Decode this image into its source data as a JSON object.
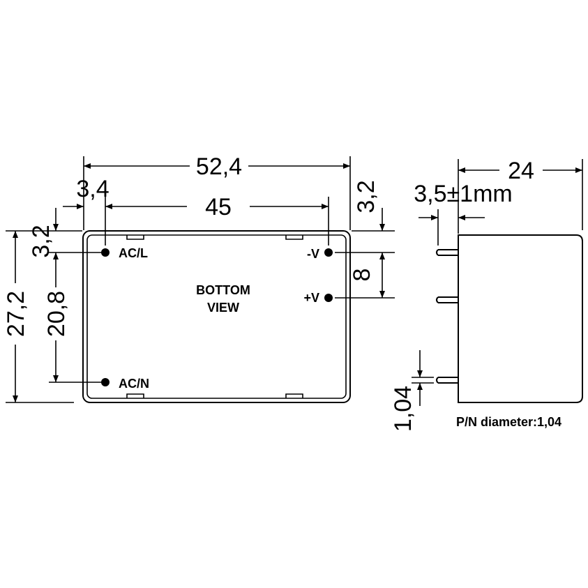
{
  "bottom_view": {
    "title_line1": "BOTTOM",
    "title_line2": "VIEW",
    "pins": {
      "ac_l": "AC/L",
      "ac_n": "AC/N",
      "neg_v": "-V",
      "pos_v": "+V"
    }
  },
  "dimensions": {
    "overall_width": "52,4",
    "pin_span": "45",
    "pin_offset_x": "3,4",
    "pin_offset_top": "3,2",
    "overall_height": "27,2",
    "pin_row_span": "20,8",
    "right_pin_offset": "3,2",
    "output_pin_spacing": "8",
    "depth": "24",
    "pin_length": "3,5±1mm",
    "pin_diameter": "1,04"
  },
  "note": "P/N diameter:1,04"
}
